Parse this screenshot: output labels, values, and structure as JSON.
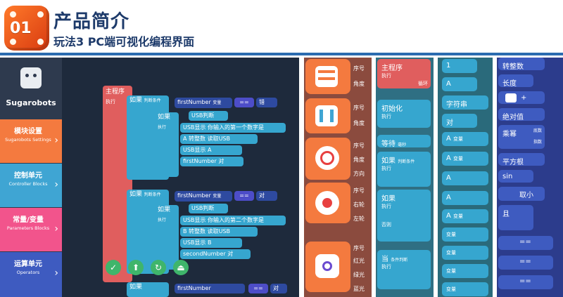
{
  "header": {
    "badge": "01",
    "title": "产品简介",
    "subtitle": "玩法3 PC端可视化编程界面"
  },
  "app": {
    "brand": "Sugarobots"
  },
  "categories": [
    {
      "title": "模块设置",
      "sub": "Sugarobots Settings",
      "color": "#f47a3f"
    },
    {
      "title": "控制单元",
      "sub": "Controller Blocks",
      "color": "#3fa5d3"
    },
    {
      "title": "常量/变量",
      "sub": "Parameters Blocks",
      "color": "#f2548c"
    },
    {
      "title": "运算单元",
      "sub": "Operators",
      "color": "#3e5bc0"
    }
  ],
  "program": {
    "main": "主程序",
    "exec": "执行",
    "if": "如果",
    "cond": "判断条件",
    "var1": "firstNumber",
    "var2": "secondNumber",
    "var_tag": "变量",
    "eq": "==",
    "wrong": "错",
    "right": "对",
    "usb_judge": "USB判断",
    "usb_show": "USB显示",
    "prompt1": "你输入的第一个数字是",
    "prompt2": "你输入的第二个数字是",
    "a": "A",
    "b": "B",
    "to_int": "转整数",
    "read_usb": "读取USB",
    "nested_if": "如果",
    "if_exec": "执行"
  },
  "toolbar": [
    "✓",
    "⬆",
    "↻",
    "⏏"
  ],
  "palette1": {
    "seq": "序号",
    "angle": "角度",
    "dir": "方向",
    "right": "右轮",
    "left": "左轮",
    "red": "红光",
    "green": "绿光",
    "blue": "蓝光"
  },
  "palette2": {
    "main": "主程序",
    "exec": "执行",
    "loop": "循环",
    "init": "初始化",
    "wait": "等待",
    "ms": "毫秒",
    "if": "如果",
    "cond": "判断条件",
    "else": "否则",
    "when": "当",
    "cond2": "条件判断"
  },
  "palette3": {
    "one": "1",
    "a": "A",
    "string": "字符串",
    "right": "对",
    "var": "变量"
  },
  "palette4": {
    "to_int": "转整数",
    "len": "长度",
    "plus": "+",
    "abs": "绝对值",
    "power": "乘幂",
    "base": "底数",
    "exp": "指数",
    "sqrt": "平方根",
    "sin": "sin",
    "min": "取小",
    "and": "且",
    "eq": "=="
  }
}
